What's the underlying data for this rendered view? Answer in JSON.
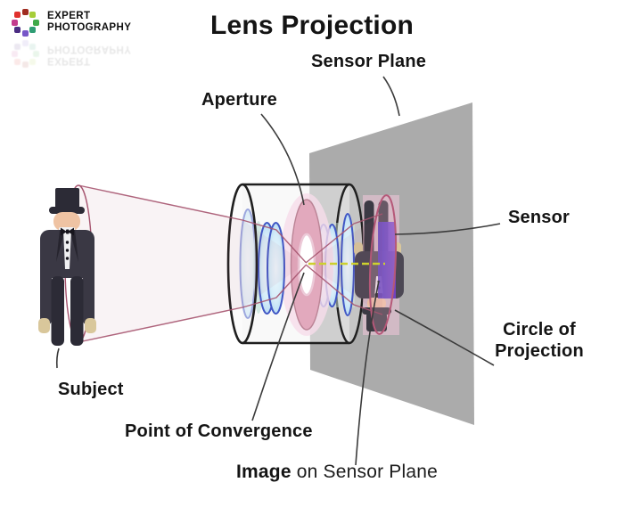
{
  "logo": {
    "line1": "EXPERT",
    "line2": "PHOTOGRAPHY"
  },
  "title": "Lens Projection",
  "labels": {
    "sensor_plane": "Sensor Plane",
    "aperture": "Aperture",
    "sensor": "Sensor",
    "circle_of_projection_line1": "Circle of",
    "circle_of_projection_line2": "Projection",
    "subject": "Subject",
    "point_of_convergence": "Point of Convergence",
    "image_bold": "Image",
    "image_rest": " on Sensor Plane"
  },
  "colors": {
    "plane-gray": "#ababab",
    "barrel-stroke": "#1f1f1f",
    "rose": "#a6546f",
    "rose-strong": "#b55878",
    "aperture-fill": "#e2a9bd",
    "aperture-rim": "#bb8496",
    "aperture-glow": "#f6dcea",
    "lens-stroke": "#4157c5",
    "axis-yellow": "#cdd02e",
    "mint-tint": "#cfe4da",
    "suit": "#3a3844",
    "suit-dark": "#2c2b36",
    "skin": "#efc3a3",
    "cuff": "#d9c79b",
    "sensor-blue": "#4b32c8",
    "sensor-purple": "#7a44cc",
    "part-dark": "#3c3a44",
    "inv-suit": "#4c4854",
    "image-glow": "rgba(243,198,219,0.55)",
    "pointer-gray": "#3b3b3b"
  },
  "logo_dot_colors": [
    "#a02c20",
    "#a6ce39",
    "#3faa4a",
    "#2f9d74",
    "#7757c8",
    "#4b2d83",
    "#c43b8e",
    "#e0312e"
  ]
}
